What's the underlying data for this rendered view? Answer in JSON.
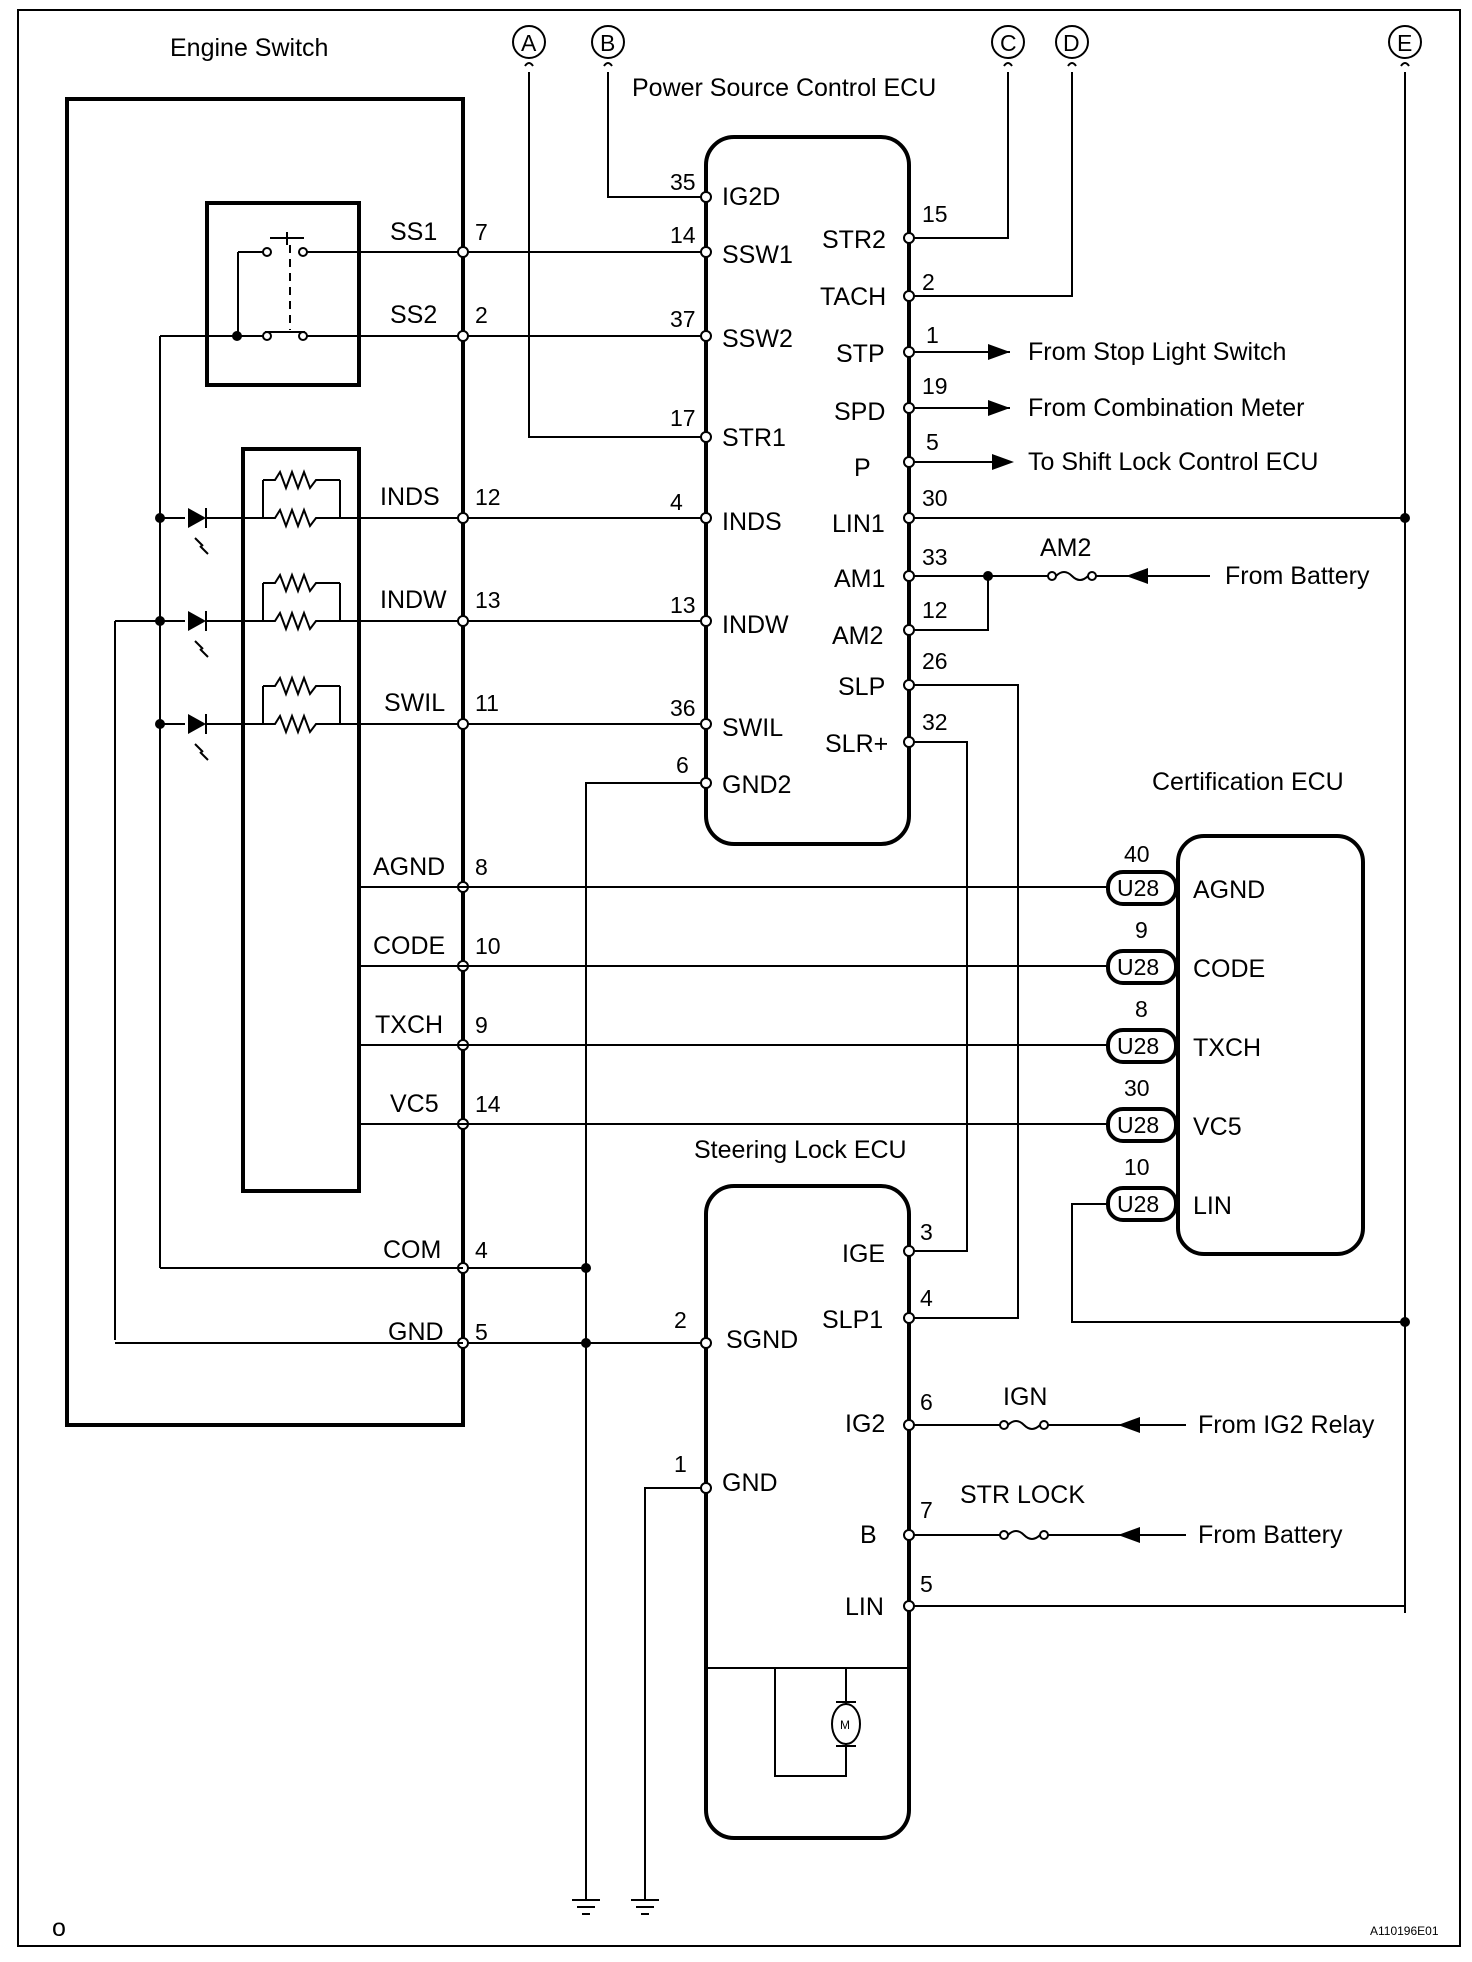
{
  "components": {
    "engine_switch": "Engine Switch",
    "power_source_ecu": "Power Source Control ECU",
    "certification_ecu": "Certification ECU",
    "steering_lock_ecu": "Steering Lock ECU"
  },
  "connectors": [
    "A",
    "B",
    "C",
    "D",
    "E"
  ],
  "engine_switch_pins": [
    {
      "name": "SS1",
      "pin": "7"
    },
    {
      "name": "SS2",
      "pin": "2"
    },
    {
      "name": "INDS",
      "pin": "12"
    },
    {
      "name": "INDW",
      "pin": "13"
    },
    {
      "name": "SWIL",
      "pin": "11"
    },
    {
      "name": "AGND",
      "pin": "8"
    },
    {
      "name": "CODE",
      "pin": "10"
    },
    {
      "name": "TXCH",
      "pin": "9"
    },
    {
      "name": "VC5",
      "pin": "14"
    },
    {
      "name": "COM",
      "pin": "4"
    },
    {
      "name": "GND",
      "pin": "5"
    }
  ],
  "ecu_left_pins": [
    {
      "name": "IG2D",
      "pin": "35"
    },
    {
      "name": "SSW1",
      "pin": "14"
    },
    {
      "name": "SSW2",
      "pin": "37"
    },
    {
      "name": "STR1",
      "pin": "17"
    },
    {
      "name": "INDS",
      "pin": "4"
    },
    {
      "name": "INDW",
      "pin": "13"
    },
    {
      "name": "SWIL",
      "pin": "36"
    },
    {
      "name": "GND2",
      "pin": "6"
    }
  ],
  "ecu_right_pins": [
    {
      "name": "STR2",
      "pin": "15"
    },
    {
      "name": "TACH",
      "pin": "2"
    },
    {
      "name": "STP",
      "pin": "1"
    },
    {
      "name": "SPD",
      "pin": "19"
    },
    {
      "name": "P",
      "pin": "5"
    },
    {
      "name": "LIN1",
      "pin": "30"
    },
    {
      "name": "AM1",
      "pin": "33"
    },
    {
      "name": "AM2",
      "pin": "12"
    },
    {
      "name": "SLP",
      "pin": "26"
    },
    {
      "name": "SLR+",
      "pin": "32"
    }
  ],
  "ecu_external": {
    "stp": "From Stop Light Switch",
    "spd": "From Combination Meter",
    "p": "To Shift Lock Control ECU",
    "battery": "From Battery",
    "am2_fuse": "AM2"
  },
  "cert_pins": [
    {
      "name": "AGND",
      "pin": "40",
      "conn": "U28"
    },
    {
      "name": "CODE",
      "pin": "9",
      "conn": "U28"
    },
    {
      "name": "TXCH",
      "pin": "8",
      "conn": "U28"
    },
    {
      "name": "VC5",
      "pin": "30",
      "conn": "U28"
    },
    {
      "name": "LIN",
      "pin": "10",
      "conn": "U28"
    }
  ],
  "steering_right_pins": [
    {
      "name": "IGE",
      "pin": "3"
    },
    {
      "name": "SLP1",
      "pin": "4"
    },
    {
      "name": "IG2",
      "pin": "6"
    },
    {
      "name": "B",
      "pin": "7"
    },
    {
      "name": "LIN",
      "pin": "5"
    }
  ],
  "steering_left_pins": [
    {
      "name": "SGND",
      "pin": "2"
    },
    {
      "name": "GND",
      "pin": "1"
    }
  ],
  "steering_external": {
    "ign_fuse": "IGN",
    "ig2_relay": "From IG2 Relay",
    "str_lock_fuse": "STR LOCK",
    "battery": "From Battery"
  },
  "motor_label": "M",
  "corner_mark": "o",
  "doc_code": "A110196E01"
}
